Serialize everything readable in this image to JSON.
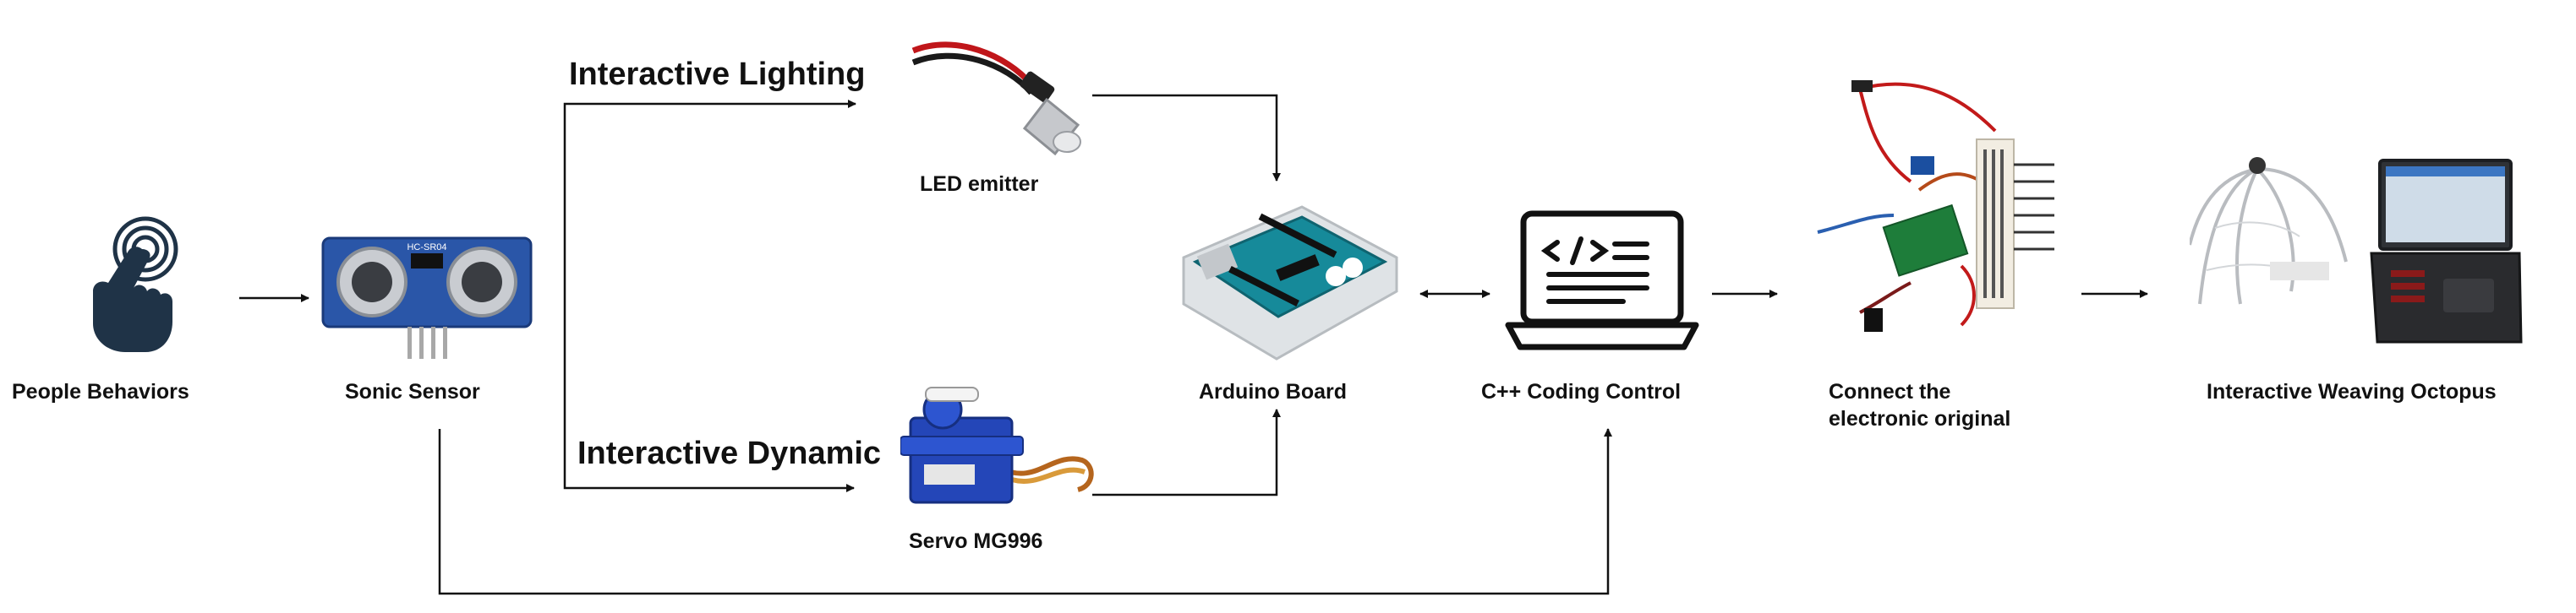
{
  "nodes": {
    "people": "People Behaviors",
    "sensor": "Sonic Sensor",
    "led": "LED emitter",
    "servo": "Servo  MG996",
    "arduino": "Arduino Board",
    "coding": "C++ Coding Control",
    "connect_line1": "Connect the",
    "connect_line2": "electronic original",
    "octopus": "Interactive Weaving Octopus"
  },
  "branches": {
    "lighting": "Interactive Lighting",
    "dynamic": "Interactive Dynamic"
  },
  "sensor_board_text": "HC-SR04",
  "icons": [
    "hand-touch-icon",
    "ultrasonic-sensor-icon",
    "led-emitter-icon",
    "servo-motor-icon",
    "arduino-board-icon",
    "laptop-code-icon",
    "breadboard-circuit-icon",
    "weaving-octopus-icon"
  ]
}
